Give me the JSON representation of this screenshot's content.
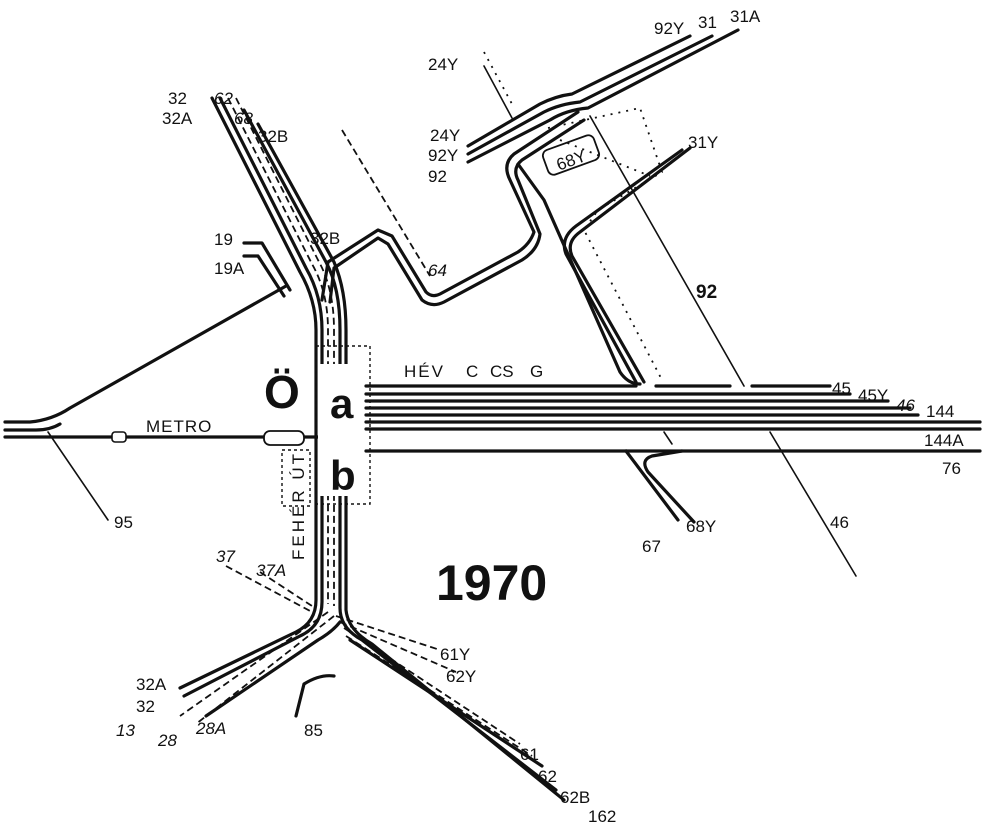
{
  "map": {
    "year": "1970",
    "station": {
      "main": "Ö",
      "platform_a": "a",
      "platform_b": "b",
      "street": "FEHÉR ÚT"
    },
    "lines": {
      "hev": "HÉV",
      "hev_c": "C",
      "hev_cs": "CS",
      "hev_g": "G",
      "metro": "METRO"
    },
    "labels": {
      "r32": "32",
      "r62": "62",
      "r32a": "32A",
      "r68": "68",
      "r32b": "32B",
      "r19": "19",
      "r19a": "19A",
      "r32b_mid": "32B",
      "r64": "64",
      "r24y_top": "24Y",
      "r24y": "24Y",
      "r92y": "92Y",
      "r92": "92",
      "r92y_top": "92Y",
      "r31": "31",
      "r31a": "31A",
      "r68y_box": "68Y",
      "r31y": "31Y",
      "r92_mid": "92",
      "r45": "45",
      "r45y": "45Y",
      "r46": "46",
      "r144": "144",
      "r144a": "144A",
      "r76": "76",
      "r46_low": "46",
      "r67": "67",
      "r68y": "68Y",
      "r95": "95",
      "r37": "37",
      "r37a": "37A",
      "r61y": "61Y",
      "r62y": "62Y",
      "r32a_low": "32A",
      "r32_low": "32",
      "r13": "13",
      "r28": "28",
      "r28a": "28A",
      "r85": "85",
      "r61": "61",
      "r62_low": "62",
      "r62b": "62B",
      "r162": "162"
    }
  }
}
